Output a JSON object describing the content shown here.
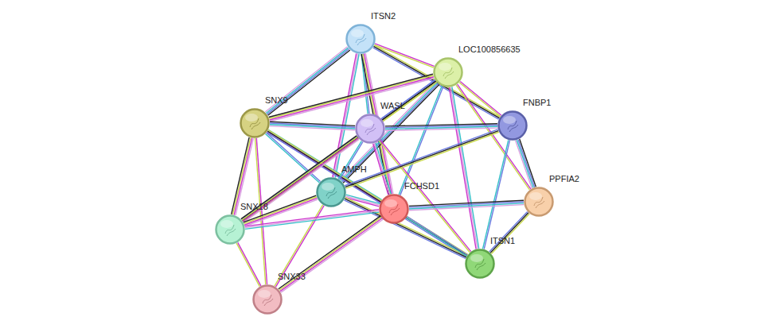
{
  "diagram": {
    "nodes": [
      {
        "text": [
          "ITSN2"
        ]
      },
      {
        "text": [
          "LOC100856635"
        ]
      },
      {
        "text": [
          "SNX9"
        ]
      },
      {
        "text": [
          "WASL"
        ]
      },
      {
        "text": [
          "FNBP1"
        ]
      },
      {
        "text": [
          "AMPH"
        ]
      },
      {
        "text": [
          "FCHSD1"
        ]
      },
      {
        "text": [
          "PPFIA2"
        ]
      },
      {
        "text": [
          "SNX18"
        ]
      },
      {
        "text": [
          "ITSN1"
        ]
      },
      {
        "text": [
          "SNX33"
        ]
      }
    ],
    "edges": [
      {
        "from": 0,
        "to": 1,
        "arrow": "none"
      },
      {
        "from": 0,
        "to": 4,
        "arrow": "none"
      },
      {
        "from": 0,
        "to": 2,
        "arrow": "none"
      },
      {
        "from": 0,
        "to": 3,
        "arrow": "none"
      },
      {
        "from": 0,
        "to": 5,
        "arrow": "none"
      },
      {
        "from": 0,
        "to": 6,
        "arrow": "none"
      },
      {
        "from": 1,
        "to": 4,
        "arrow": "none"
      },
      {
        "from": 1,
        "to": 3,
        "arrow": "none"
      },
      {
        "from": 1,
        "to": 5,
        "arrow": "none"
      },
      {
        "from": 1,
        "to": 6,
        "arrow": "none"
      },
      {
        "from": 1,
        "to": 9,
        "arrow": "none"
      },
      {
        "from": 1,
        "to": 2,
        "arrow": "none"
      },
      {
        "from": 1,
        "to": 7,
        "arrow": "none"
      },
      {
        "from": 1,
        "to": 8,
        "arrow": "none"
      },
      {
        "from": 2,
        "to": 3,
        "arrow": "none"
      },
      {
        "from": 2,
        "to": 5,
        "arrow": "none"
      },
      {
        "from": 2,
        "to": 6,
        "arrow": "none"
      },
      {
        "from": 2,
        "to": 8,
        "arrow": "none"
      },
      {
        "from": 2,
        "to": 10,
        "arrow": "none"
      },
      {
        "from": 2,
        "to": 9,
        "arrow": "none"
      },
      {
        "from": 3,
        "to": 4,
        "arrow": "none"
      },
      {
        "from": 3,
        "to": 5,
        "arrow": "none"
      },
      {
        "from": 3,
        "to": 6,
        "arrow": "none"
      },
      {
        "from": 3,
        "to": 8,
        "arrow": "none"
      },
      {
        "from": 3,
        "to": 9,
        "arrow": "none"
      },
      {
        "from": 4,
        "to": 5,
        "arrow": "none"
      },
      {
        "from": 4,
        "to": 7,
        "arrow": "none"
      },
      {
        "from": 4,
        "to": 9,
        "arrow": "none"
      },
      {
        "from": 5,
        "to": 6,
        "arrow": "none"
      },
      {
        "from": 5,
        "to": 8,
        "arrow": "none"
      },
      {
        "from": 5,
        "to": 10,
        "arrow": "none"
      },
      {
        "from": 5,
        "to": 9,
        "arrow": "none"
      },
      {
        "from": 6,
        "to": 7,
        "arrow": "none"
      },
      {
        "from": 6,
        "to": 9,
        "arrow": "none"
      },
      {
        "from": 6,
        "to": 8,
        "arrow": "none"
      },
      {
        "from": 6,
        "to": 10,
        "arrow": "none"
      },
      {
        "from": 8,
        "to": 10,
        "arrow": "none"
      },
      {
        "from": 7,
        "to": 9,
        "arrow": "none"
      }
    ]
  }
}
